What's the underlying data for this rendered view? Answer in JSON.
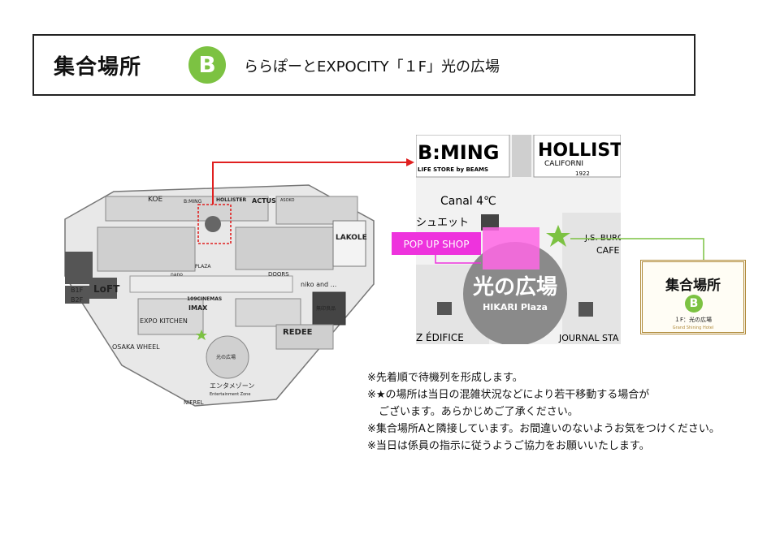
{
  "header": {
    "title": "集合場所",
    "badge": "B",
    "subtitle": "ららぽーとEXPOCITY「１F」光の広場"
  },
  "mall_map": {
    "labels": {
      "kiz": "KOE",
      "beaming": "B:MING",
      "hollister": "HOLLISTER",
      "actus": "ACTUS",
      "asoko": "ASOKO",
      "loft": "LoFT",
      "lakole": "LAKOLE",
      "niko": "niko and ...",
      "mujirushi": "無印良品",
      "redee": "REDEE",
      "expo_kitchen": "EXPO KITCHEN",
      "osaka_wheel": "OSAKA WHEEL",
      "imax": "IMAX",
      "cinema": "109CINEMAS",
      "doors": "DOORS",
      "plaza": "PLAZA",
      "nano": "nano",
      "entertainment": "エンタメゾーン",
      "entertainment_en": "Entertainment Zone",
      "nifrel": "NIFREL",
      "hikari_center": "光の広場",
      "b1f": "B1F",
      "b2f": "B2F"
    }
  },
  "zoom_map": {
    "beaming": "B:MING",
    "beaming_sub": "LIFE STORE by BEAMS",
    "hollister": "HOLLIST",
    "hollister_sub": "CALIFORNI",
    "hollister_year": "1922",
    "canal": "Canal 4℃",
    "shop_left": "シュエット",
    "popup": "POP UP SHOP",
    "jsburgers": "J.S. BURG",
    "cafe": "CAFE",
    "hikari": "光の広場",
    "hikari_en": "HIKARI Plaza",
    "edifice": "Z ÉDIFICE",
    "journal": "JOURNAL STA"
  },
  "card": {
    "title": "集合場所",
    "badge": "B",
    "sub": "１F：光の広場",
    "hotel": "Grand Shining Hotel"
  },
  "notes": [
    "※先着順で待機列を形成します。",
    "※★の場所は当日の混雑状況などにより若干移動する場合が",
    "ございます。あらかじめご了承ください。",
    "※集合場所Aと隣接しています。お間違いのないようお気をつけください。",
    "※当日は係員の指示に従うようご協力をお願いいたします。"
  ],
  "colors": {
    "badge_green": "#7cc242",
    "popup_magenta": "#ff33dd",
    "route_red": "#e02020",
    "card_gold": "#b08a3a"
  }
}
